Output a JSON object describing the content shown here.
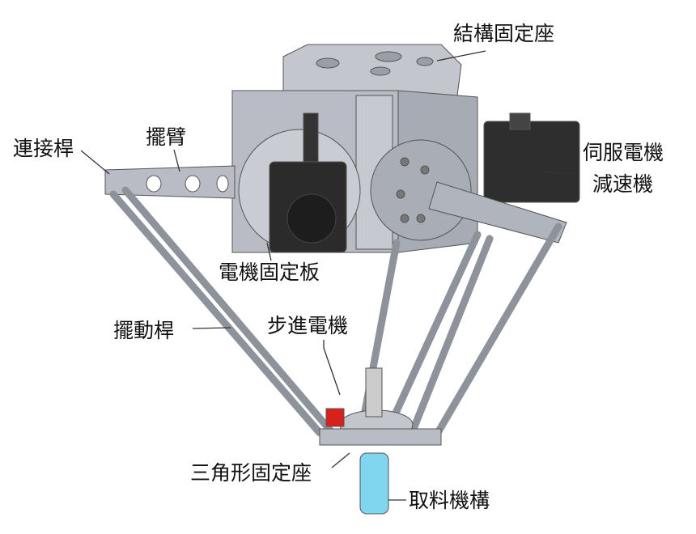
{
  "title": "Delta robot structure diagram",
  "labels": {
    "structure_mount": "結構固定座",
    "connecting_rod": "連接桿",
    "swing_arm": "擺臂",
    "servo_motor": "伺服電機",
    "reducer": "減速機",
    "motor_mount_plate": "電機固定板",
    "swing_rod": "擺動桿",
    "stepper_motor": "步進電機",
    "triangle_mount": "三角形固定座",
    "pickup_mechanism": "取料機構"
  },
  "colors": {
    "metal": "#b9bcc4",
    "metal_dark": "#8e929b",
    "motor": "#2b2b2b",
    "accent_red": "#d8201c",
    "tube": "#7fd6ee"
  }
}
